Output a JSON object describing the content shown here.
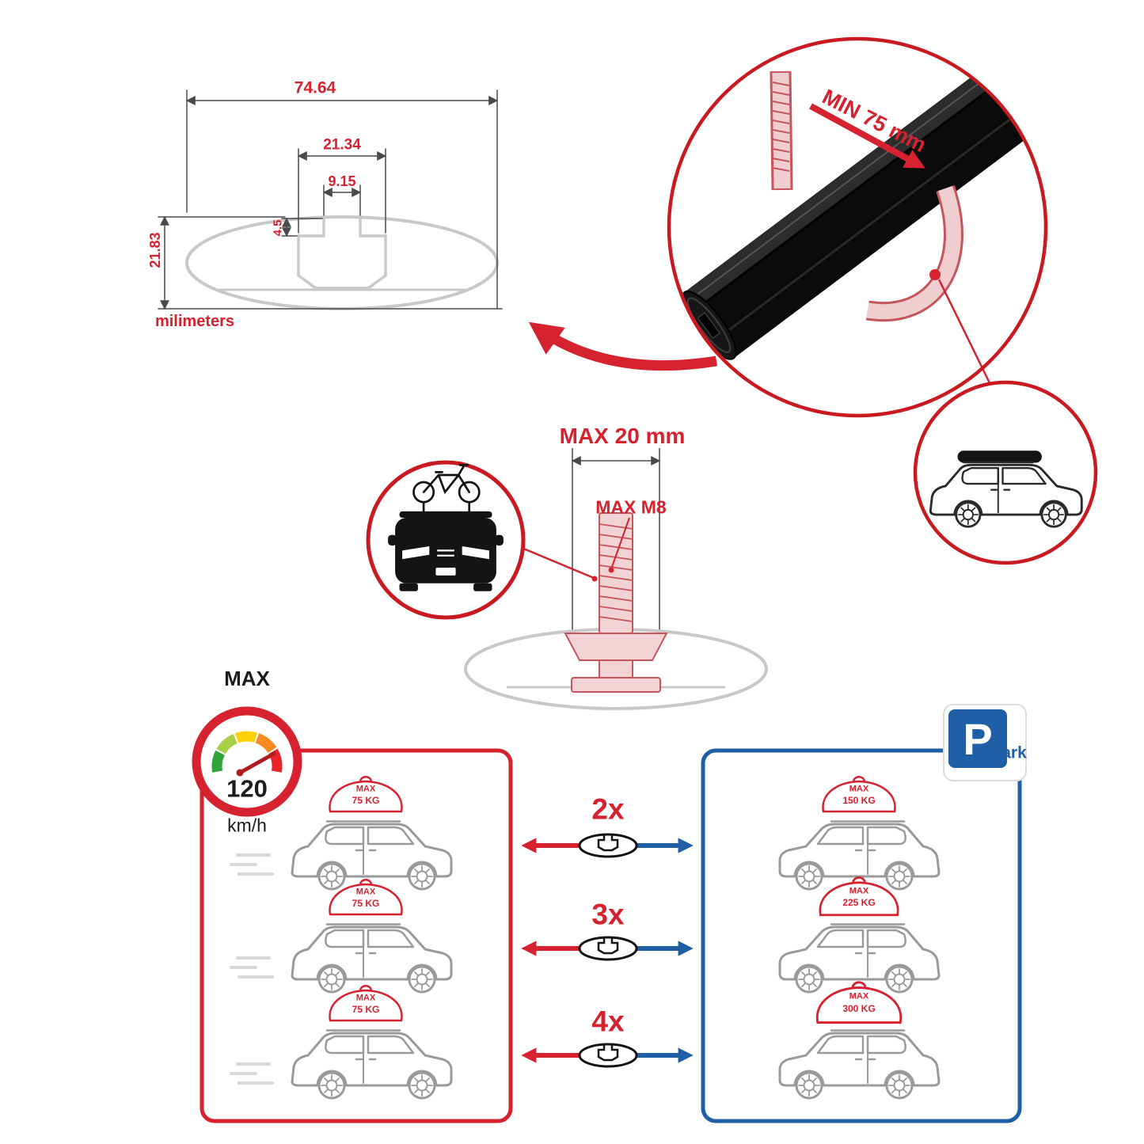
{
  "colors": {
    "accent_red": "#d6212f",
    "accent_blue": "#1e5fa6",
    "profile_gray": "#c8c8c8",
    "bar_black": "#0b0b0b"
  },
  "dims": {
    "total_width": "74.64",
    "channel_width": "21.34",
    "slot_width": "9.15",
    "slot_depth": "4.5",
    "total_height": "21.83",
    "units": "milimeters"
  },
  "callouts": {
    "min_clearance": "MIN 75 mm",
    "bolt_max_length": "MAX 20 mm",
    "bolt_max_thread": "MAX M8"
  },
  "speed": {
    "label": "MAX",
    "value": "120",
    "unit": "km/h"
  },
  "park": {
    "letter": "P",
    "rest": "ark"
  },
  "rows": [
    {
      "multiplier": "2x",
      "red_bag": {
        "max": "MAX",
        "weight": "75 KG"
      },
      "blue_bag": {
        "max": "MAX",
        "weight": "150 KG"
      }
    },
    {
      "multiplier": "3x",
      "red_bag": {
        "max": "MAX",
        "weight": "75 KG"
      },
      "blue_bag": {
        "max": "MAX",
        "weight": "225 KG"
      }
    },
    {
      "multiplier": "4x",
      "red_bag": {
        "max": "MAX",
        "weight": "75 KG"
      },
      "blue_bag": {
        "max": "MAX",
        "weight": "300 KG"
      }
    }
  ]
}
